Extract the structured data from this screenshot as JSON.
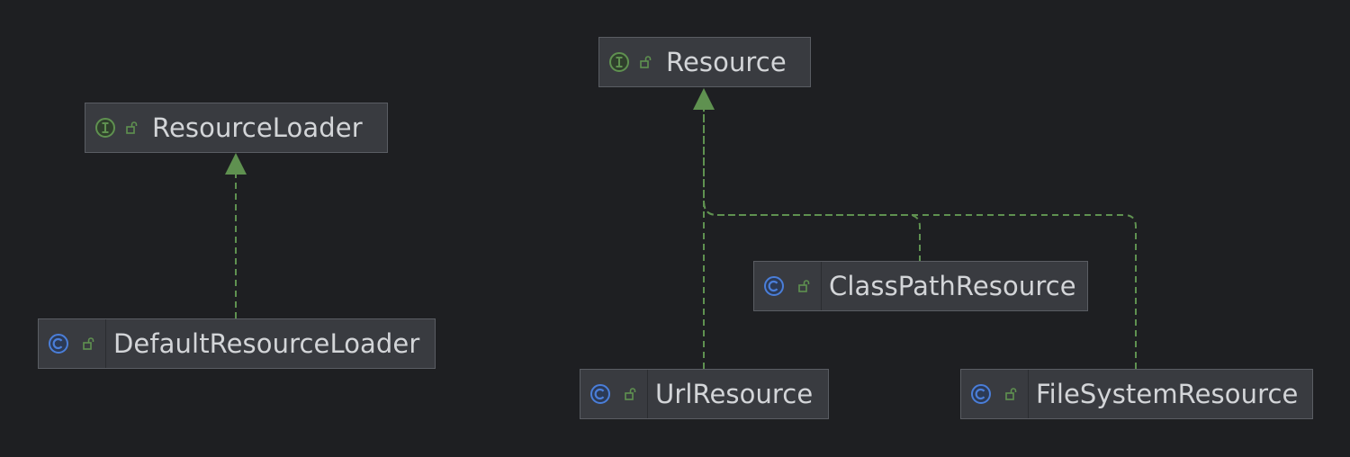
{
  "diagram": {
    "nodes": [
      {
        "id": "resource-loader",
        "kind": "interface",
        "label": "ResourceLoader"
      },
      {
        "id": "default-resource-loader",
        "kind": "class",
        "label": "DefaultResourceLoader"
      },
      {
        "id": "resource",
        "kind": "interface",
        "label": "Resource"
      },
      {
        "id": "class-path-resource",
        "kind": "class",
        "label": "ClassPathResource"
      },
      {
        "id": "url-resource",
        "kind": "class",
        "label": "UrlResource"
      },
      {
        "id": "file-system-resource",
        "kind": "class",
        "label": "FileSystemResource"
      }
    ],
    "edges": [
      {
        "from": "DefaultResourceLoader",
        "to": "ResourceLoader",
        "type": "implements"
      },
      {
        "from": "UrlResource",
        "to": "Resource",
        "type": "implements"
      },
      {
        "from": "ClassPathResource",
        "to": "Resource",
        "type": "implements"
      },
      {
        "from": "FileSystemResource",
        "to": "Resource",
        "type": "implements"
      }
    ],
    "colors": {
      "background": "#1e1f22",
      "node_fill": "#393b40",
      "node_border": "#5a5d63",
      "edge": "#5f9150",
      "interface_icon": "#5f9150",
      "class_icon": "#4a7ed9",
      "text": "#d3d5d8"
    },
    "icons": {
      "interface": "interface-icon",
      "class": "class-icon",
      "visibility": "public-unlock-icon"
    }
  }
}
